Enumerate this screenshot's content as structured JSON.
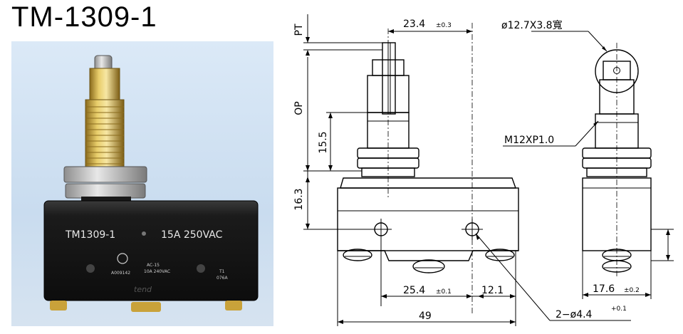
{
  "title": "TM-1309-1",
  "photo": {
    "model_label": "TM1309-1",
    "rating_label": "15A 250VAC",
    "cert_lines": [
      "AC-15",
      "10A 240VAC"
    ],
    "cert_code": "A009142",
    "t_rating": [
      "T1",
      "076A"
    ],
    "brand": "tend"
  },
  "dims": {
    "pt": "PT",
    "op": "OP",
    "width_top": "23.4",
    "width_top_tol": "±0.3",
    "roller": "ø12.7X3.8寬",
    "h_15_5": "15.5",
    "thread": "M12XP1.0",
    "h_16_3": "16.3",
    "hole_spacing": "25.4",
    "hole_spacing_tol": "±0.1",
    "d_12_1": "12.1",
    "total_width": "49",
    "holes": "2−ø4.4",
    "holes_tol": "+0.1",
    "depth": "17.6",
    "depth_tol": "±0.2"
  }
}
